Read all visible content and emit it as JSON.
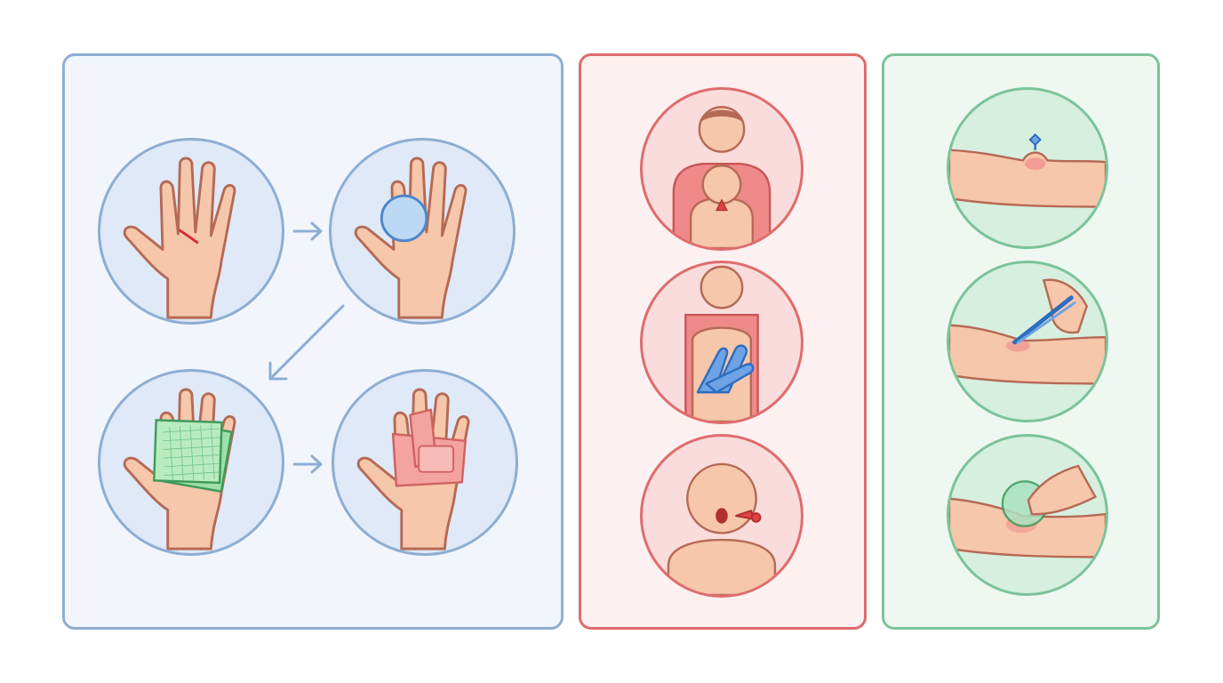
{
  "colors": {
    "wound_panel_fill": "#f2f6fc",
    "wound_panel_border": "#8eaed3",
    "wound_circle_fill": "#dfe9f7",
    "choking_panel_fill": "#fdf0f0",
    "choking_panel_border": "#df6c6c",
    "choking_circle_fill": "#fadcdc",
    "sting_panel_fill": "#eef8f1",
    "sting_panel_border": "#7cc39a",
    "sting_circle_fill": "#d6efdf",
    "skin": "#f6c7ab",
    "skin_outline": "#b56a55",
    "arrow": "#8eaed3"
  },
  "panels": [
    {
      "id": "wound-care",
      "steps": [
        {
          "icon": "hand-with-cut-icon"
        },
        {
          "icon": "hand-press-circle-icon"
        },
        {
          "icon": "hand-gauze-pad-icon"
        },
        {
          "icon": "hand-bandaged-icon"
        }
      ],
      "arrows": [
        "arrow-right-icon",
        "arrow-down-left-icon",
        "arrow-right-icon"
      ]
    },
    {
      "id": "choking-response",
      "steps": [
        {
          "icon": "adult-behind-child-icon"
        },
        {
          "icon": "back-blows-gloved-hands-icon"
        },
        {
          "icon": "child-object-expelled-icon"
        }
      ]
    },
    {
      "id": "sting-removal",
      "steps": [
        {
          "icon": "arm-sting-swelling-icon"
        },
        {
          "icon": "tweezers-remove-stinger-icon"
        },
        {
          "icon": "cold-compress-arm-icon"
        }
      ]
    }
  ]
}
